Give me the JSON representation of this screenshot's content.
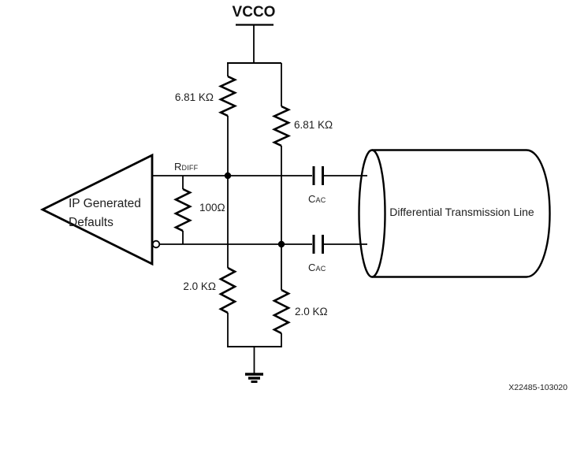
{
  "figure": {
    "power_rail_label": "VCCO",
    "driver": {
      "line1": "IP Generated",
      "line2": "Defaults"
    },
    "labels": {
      "rdiff_main": "R",
      "rdiff_sub": "DIFF",
      "cac_main": "C",
      "cac_sub": "AC"
    },
    "resistors": {
      "pullup_left": "6.81 KΩ",
      "pullup_right": "6.81 KΩ",
      "termination": "100Ω",
      "pulldown_left": "2.0 KΩ",
      "pulldown_right": "2.0 KΩ"
    },
    "transmission_line": "Differential Transmission Line",
    "figure_id": "X22485-103020",
    "colors": {
      "stroke": "#000000",
      "text": "#1e1e1e",
      "background": "#ffffff"
    }
  }
}
